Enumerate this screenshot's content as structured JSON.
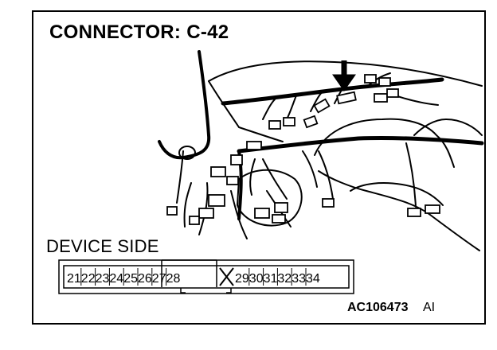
{
  "title": "CONNECTOR: C-42",
  "device_side_label": "DEVICE SIDE",
  "figure_code": "AC106473",
  "figure_suffix": "AI",
  "connector": {
    "left_pins": [
      "21",
      "22",
      "23",
      "24",
      "25",
      "26",
      "27",
      "28"
    ],
    "right_pins": [
      "29",
      "30",
      "31",
      "32",
      "33",
      "34"
    ],
    "blank_pin_marker": "X"
  }
}
